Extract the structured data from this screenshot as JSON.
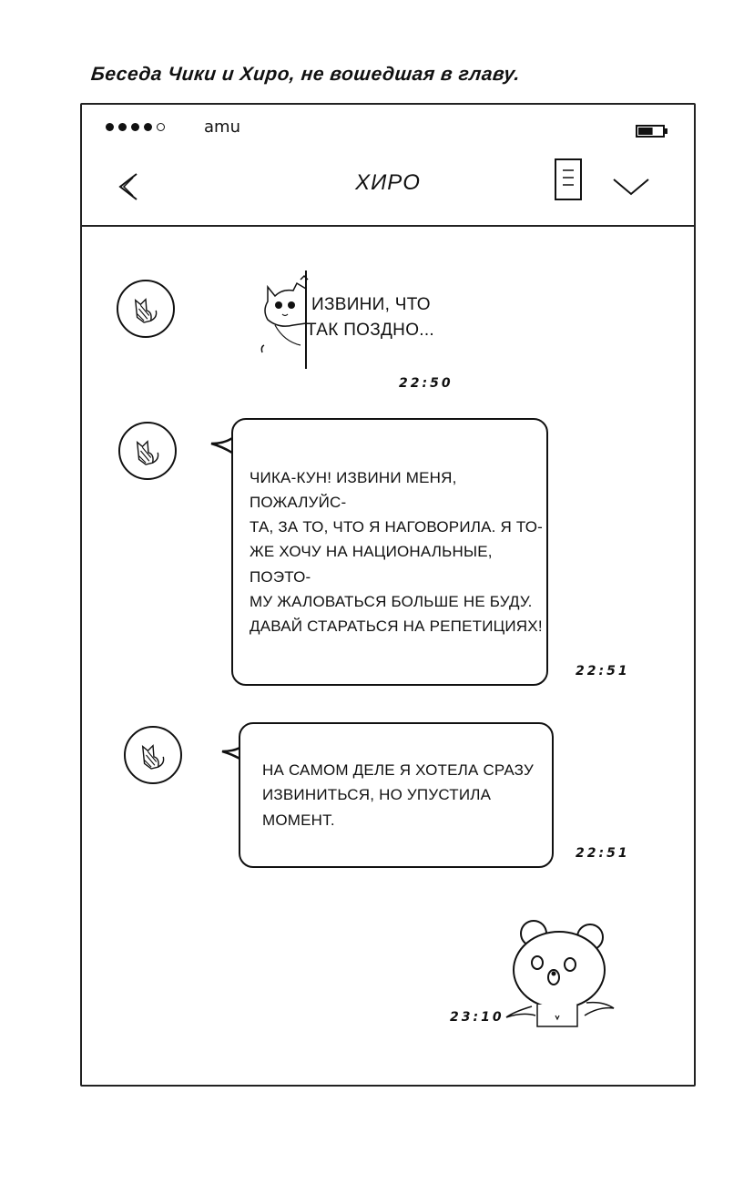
{
  "caption": "Беседа Чики и Хиро, не вошедшая в главу.",
  "status_bar": {
    "carrier": "amu",
    "signal_dots_filled": 4,
    "signal_dots_total": 5,
    "battery_level": 0.6
  },
  "header": {
    "title": "ХИРО",
    "icons": [
      "back-chevron-icon",
      "notes-icon",
      "chevron-down-icon"
    ]
  },
  "messages": [
    {
      "type": "sticker",
      "sticker": "cat-peeking-sticker",
      "lines": [
        "ИЗВИНИ, ЧТО",
        "ТАК ПОЗДНО..."
      ],
      "time": "22:50"
    },
    {
      "type": "text",
      "lines": [
        "ЧИКА-КУН! ИЗВИНИ МЕНЯ, ПОЖАЛУЙС-",
        "ТА, ЗА ТО, ЧТО Я НАГОВОРИЛА. Я ТО-",
        "ЖЕ ХОЧУ НА НАЦИОНАЛЬНЫЕ, ПОЭТО-",
        "МУ ЖАЛОВАТЬСЯ БОЛЬШЕ НЕ БУДУ.",
        "ДАВАЙ СТАРАТЬСЯ НА РЕПЕТИЦИЯХ!"
      ],
      "time": "22:51"
    },
    {
      "type": "text",
      "lines": [
        "НА САМОМ ДЕЛЕ Я ХОТЕЛА СРАЗУ",
        "ИЗВИНИТЬСЯ, НО УПУСТИЛА МОМЕНТ."
      ],
      "time": "22:51"
    },
    {
      "type": "sticker",
      "sticker": "bear-sticker",
      "time": "23:10"
    }
  ]
}
